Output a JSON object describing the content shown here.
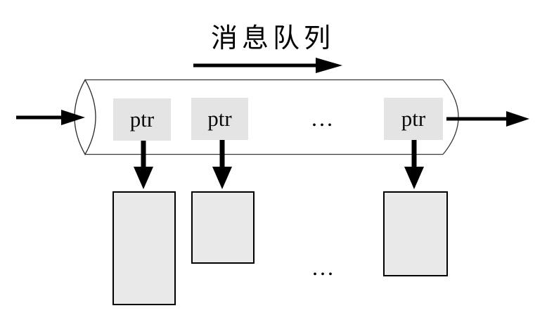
{
  "title": "消息队列",
  "queue": {
    "slots": [
      {
        "label": "ptr"
      },
      {
        "label": "ptr"
      },
      {
        "label": "ptr"
      }
    ],
    "ellipsis": "..."
  },
  "messages": {
    "ellipsis": "..."
  },
  "colors": {
    "slot_fill": "#e4e4e4",
    "message_fill": "#e9e9e9",
    "outline": "#333333",
    "arrow": "#000000"
  }
}
